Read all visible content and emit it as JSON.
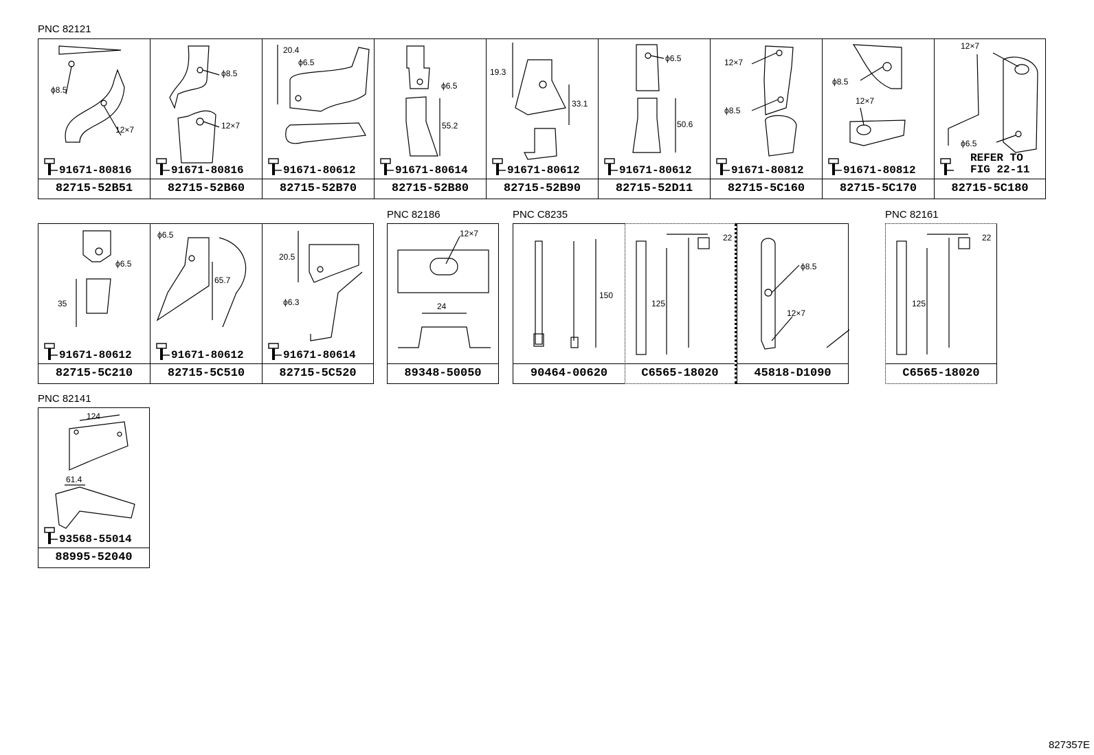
{
  "groups": {
    "g1": {
      "label": "PNC 82121"
    },
    "g2": {
      "label": "PNC 82186"
    },
    "g3": {
      "label": "PNC C8235"
    },
    "g4": {
      "label": "PNC 82161"
    },
    "g5": {
      "label": "PNC 82141"
    }
  },
  "cells": [
    {
      "part": "82715-52B51",
      "bolt": "91671-80816",
      "dims": [
        "ϕ8.5",
        "12×7"
      ]
    },
    {
      "part": "82715-52B60",
      "bolt": "91671-80816",
      "dims": [
        "ϕ8.5",
        "12×7"
      ]
    },
    {
      "part": "82715-52B70",
      "bolt": "91671-80612",
      "dims": [
        "20.4",
        "ϕ6.5"
      ]
    },
    {
      "part": "82715-52B80",
      "bolt": "91671-80614",
      "dims": [
        "ϕ6.5",
        "55.2"
      ]
    },
    {
      "part": "82715-52B90",
      "bolt": "91671-80612",
      "dims": [
        "19.3",
        "33.1"
      ]
    },
    {
      "part": "82715-52D11",
      "bolt": "91671-80612",
      "dims": [
        "ϕ6.5",
        "50.6"
      ]
    },
    {
      "part": "82715-5C160",
      "bolt": "91671-80812",
      "dims": [
        "12×7",
        "ϕ8.5"
      ]
    },
    {
      "part": "82715-5C170",
      "bolt": "91671-80812",
      "dims": [
        "ϕ8.5",
        "12×7"
      ]
    },
    {
      "part": "82715-5C180",
      "refer": [
        "REFER TO",
        "FIG 22-11"
      ],
      "dims": [
        "12×7",
        "ϕ6.5"
      ]
    },
    {
      "part": "82715-5C210",
      "bolt": "91671-80612",
      "dims": [
        "ϕ6.5",
        "35"
      ]
    },
    {
      "part": "82715-5C510",
      "bolt": "91671-80612",
      "dims": [
        "ϕ6.5",
        "65.7"
      ]
    },
    {
      "part": "82715-5C520",
      "bolt": "91671-80614",
      "dims": [
        "20.5",
        "ϕ6.3"
      ]
    },
    {
      "part": "89348-50050",
      "dims": [
        "12×7",
        "24"
      ]
    },
    {
      "part": "90464-00620",
      "dims": [
        "150"
      ]
    },
    {
      "part": "C6565-18020",
      "dims": [
        "22",
        "125"
      ]
    },
    {
      "part": "45818-D1090",
      "dims": [
        "ϕ8.5",
        "12×7"
      ]
    },
    {
      "part": "C6565-18020",
      "dims": [
        "22",
        "125"
      ]
    },
    {
      "part": "88995-52040",
      "bolt": "93568-55014",
      "dims": [
        "124",
        "61.4"
      ]
    }
  ],
  "drawing_code": "827357E"
}
